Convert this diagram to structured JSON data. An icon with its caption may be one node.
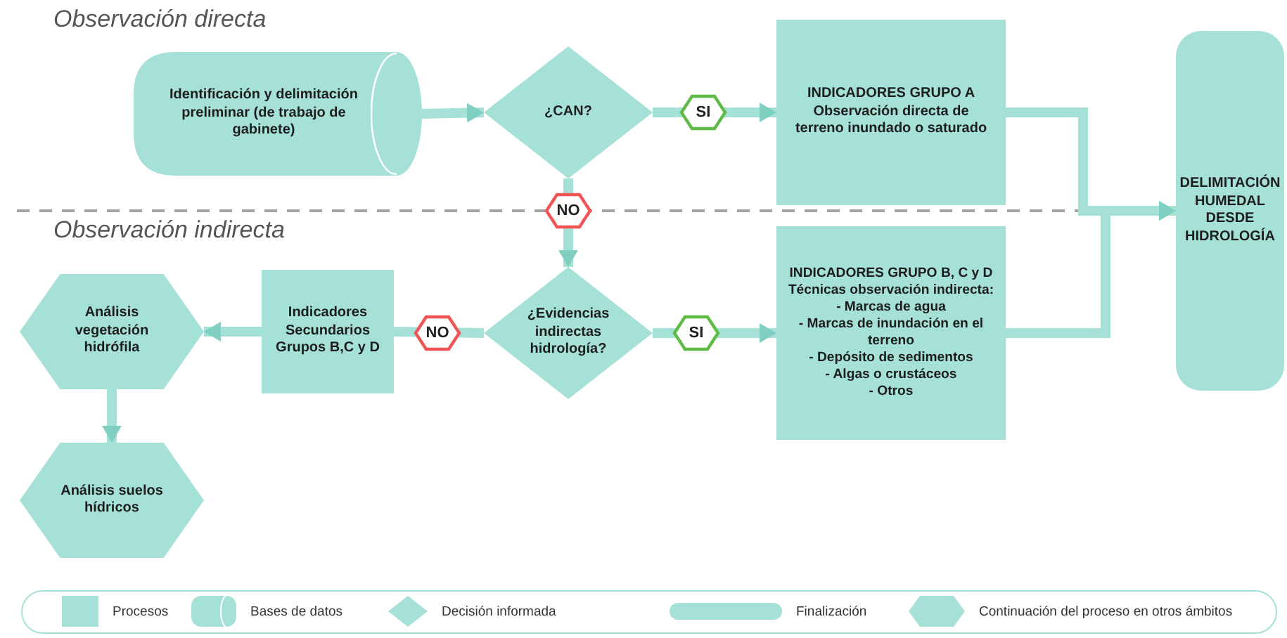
{
  "diagram": {
    "nodes": [
      {
        "text": [
          "Identificación y delimitación preliminar (de trabajo de gabinete)"
        ]
      },
      {
        "text": [
          "¿CAN?"
        ]
      },
      {
        "text": [
          "INDICADORES GRUPO A",
          "Observación directa de terreno inundado o saturado"
        ]
      },
      {
        "text": [
          "DELIMITACIÓN HUMEDAL DESDE HIDROLOGÍA"
        ]
      },
      {
        "text": [
          "¿Evidencias indirectas hidrología?"
        ]
      },
      {
        "text": [
          "INDICADORES GRUPO B, C y D",
          "Técnicas observación indirecta:",
          "- Marcas de agua",
          "- Marcas de inundación en el terreno",
          "- Depósito de sedimentos",
          "- Algas o crustáceos",
          "- Otros"
        ]
      },
      {
        "text": [
          "Indicadores Secundarios Grupos B,C y D"
        ]
      },
      {
        "text": [
          "Análisis vegetación hidrófila"
        ]
      },
      {
        "text": [
          "Análisis suelos hídricos"
        ]
      }
    ],
    "edges": [
      {
        "from": 0,
        "to": 1,
        "arrow": "to"
      },
      {
        "from": 1,
        "to": 2,
        "arrow": "to",
        "label": "SI"
      },
      {
        "from": 1,
        "to": 4,
        "arrow": "to",
        "label": "NO"
      },
      {
        "from": 2,
        "to": 3,
        "arrow": "to"
      },
      {
        "from": 4,
        "to": 5,
        "arrow": "to",
        "label": "SI"
      },
      {
        "from": 5,
        "to": 3,
        "arrow": "to"
      },
      {
        "from": 4,
        "to": 6,
        "arrow": "none",
        "label": "NO"
      },
      {
        "from": 6,
        "to": 7,
        "arrow": "to"
      },
      {
        "from": 7,
        "to": 8,
        "arrow": "to"
      }
    ],
    "labels": [
      "Observación directa",
      "Observación indirecta"
    ],
    "legend": [
      {
        "text": "Procesos"
      },
      {
        "text": "Bases de datos"
      },
      {
        "text": "Decisión informada"
      },
      {
        "text": "Finalización"
      },
      {
        "text": "Continuación del proceso en otros ámbitos"
      }
    ]
  }
}
